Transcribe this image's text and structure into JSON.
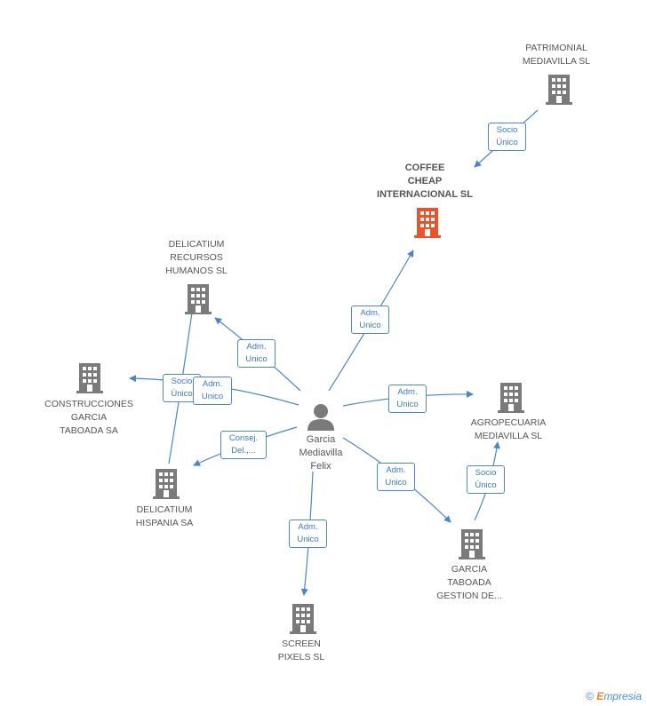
{
  "center": {
    "name": "Garcia\nMediavilla\nFelix",
    "icon": "person-icon"
  },
  "nodes": {
    "patrimonial": {
      "label": "PATRIMONIAL\nMEDIAVILLA  SL",
      "icon": "building-icon"
    },
    "coffee": {
      "label": "COFFEE\nCHEAP\nINTERNACIONAL SL",
      "icon": "building-icon",
      "color": "#e8552c"
    },
    "delicatium_rrhh": {
      "label": "DELICATIUM\nRECURSOS\nHUMANOS SL",
      "icon": "building-icon"
    },
    "construcciones": {
      "label": "CONSTRUCCIONES\nGARCIA\nTABOADA SA",
      "icon": "building-icon"
    },
    "delicatium_hispania": {
      "label": "DELICATIUM\nHISPANIA SA",
      "icon": "building-icon"
    },
    "agropecuaria": {
      "label": "AGROPECUARIA\nMEDIAVILLA SL",
      "icon": "building-icon"
    },
    "garcia_taboada_gestion": {
      "label": "GARCIA\nTABOADA\nGESTION DE...",
      "icon": "building-icon"
    },
    "screen_pixels": {
      "label": "SCREEN\nPIXELS SL",
      "icon": "building-icon"
    }
  },
  "edges": {
    "patrimonial_coffee": "Socio\nÚnico",
    "felix_coffee": "Adm.\nUnico",
    "felix_rrhh": "Adm.\nUnico",
    "hispania_rrhh": "Socio\nÚnico",
    "felix_construcciones": "Adm.\nUnico",
    "felix_hispania": "Consej.\nDel.,...",
    "felix_agropecuaria": "Adm.\nUnico",
    "felix_gestion": "Adm.\nUnico",
    "gestion_agropecuaria": "Socio\nÚnico",
    "felix_screen": "Adm.\nUnico"
  },
  "colors": {
    "edge": "#4a86c8",
    "icon": "#7a7a7a",
    "focus": "#e8552c"
  },
  "footer": {
    "copyright": "©",
    "brand_initial": "E",
    "brand_rest": "mpresia"
  }
}
